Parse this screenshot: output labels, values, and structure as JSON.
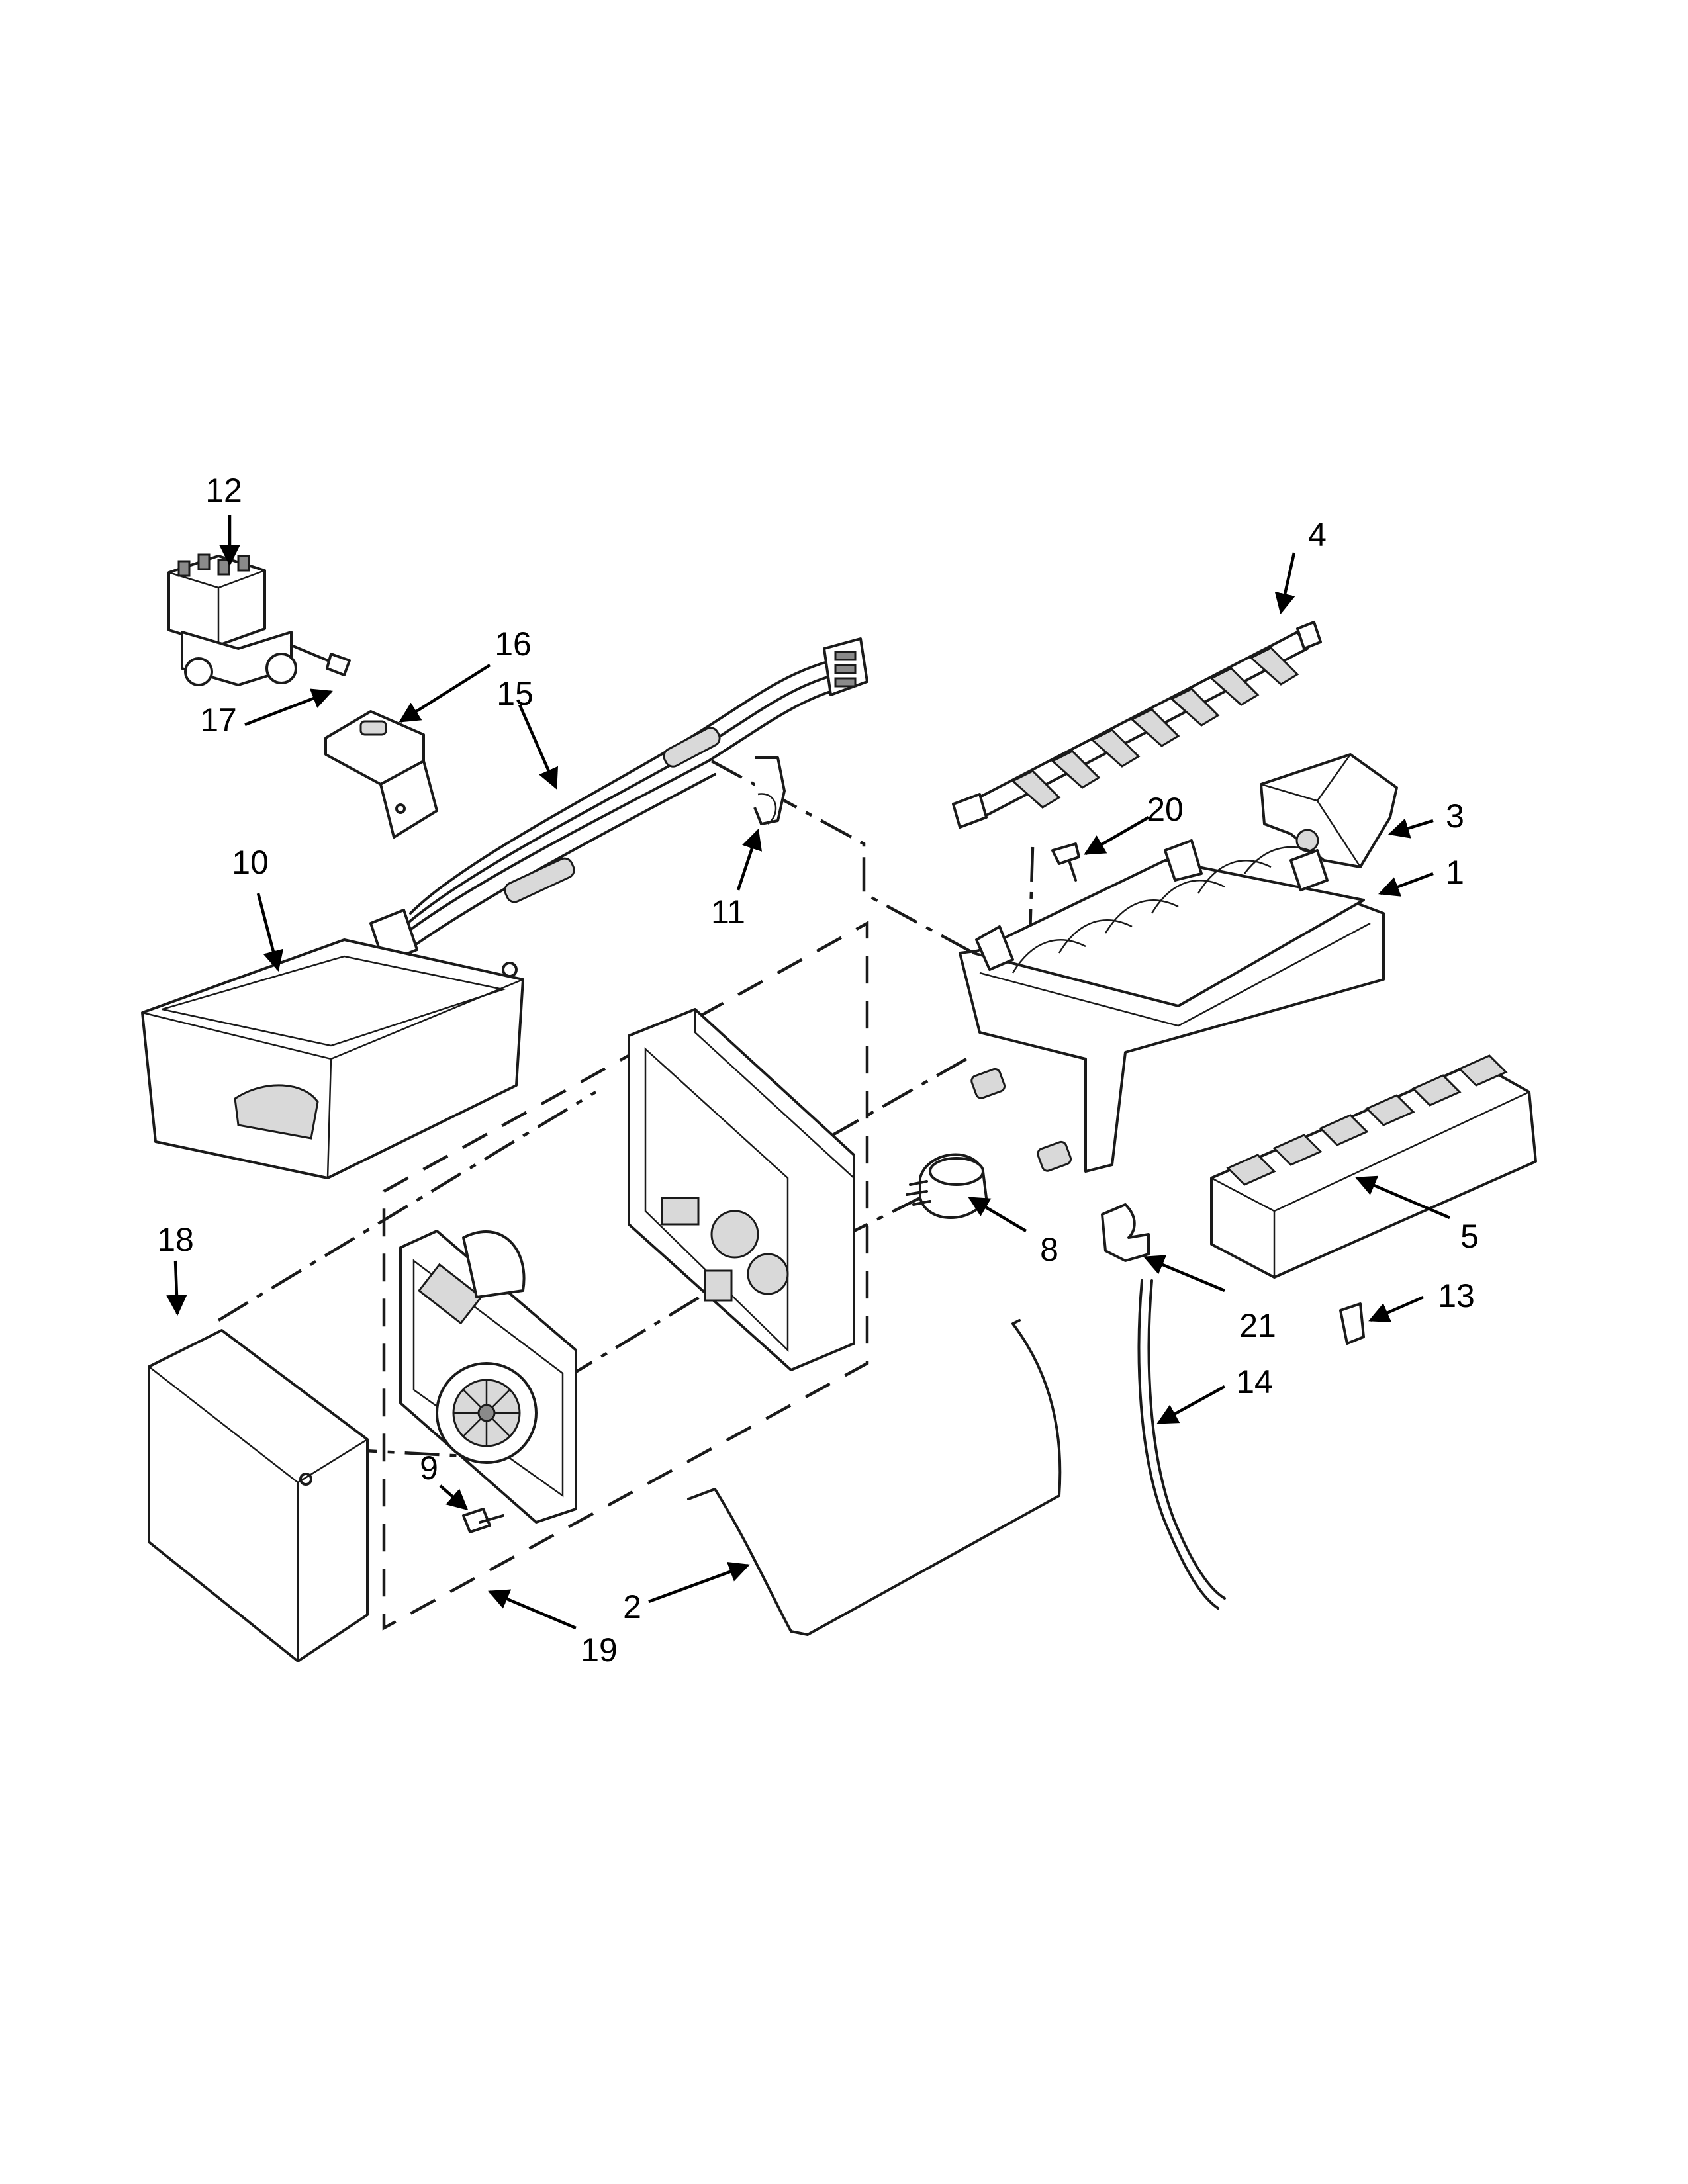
{
  "callouts": {
    "p1": "1",
    "p2": "2",
    "p3": "3",
    "p4": "4",
    "p5": "5",
    "p8": "8",
    "p9": "9",
    "p10": "10",
    "p11": "11",
    "p12": "12",
    "p13": "13",
    "p14": "14",
    "p15": "15",
    "p16": "16",
    "p17": "17",
    "p18": "18",
    "p19": "19",
    "p20": "20",
    "p21": "21"
  }
}
